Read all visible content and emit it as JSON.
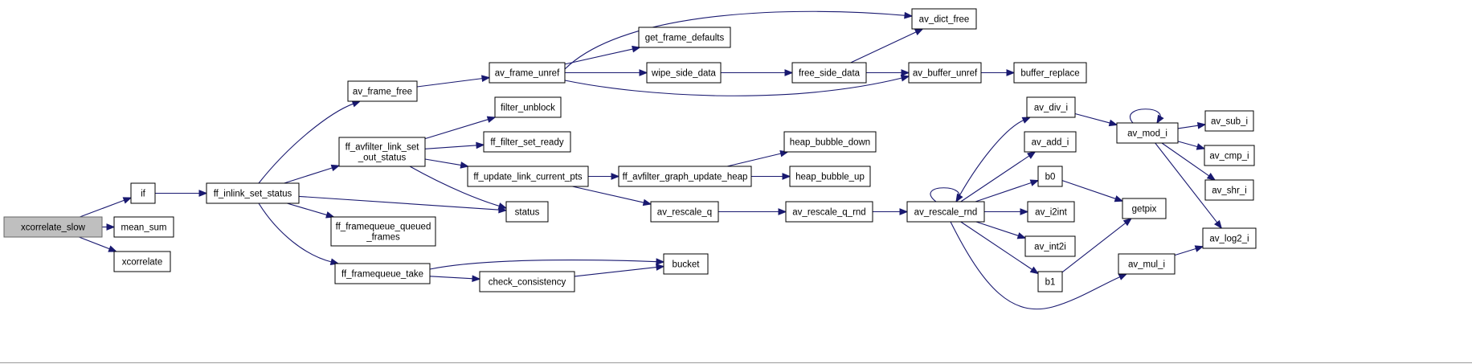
{
  "nodes": {
    "xcorrelate_slow": {
      "lines": [
        "xcorrelate_slow"
      ]
    },
    "if": {
      "lines": [
        "if"
      ]
    },
    "mean_sum": {
      "lines": [
        "mean_sum"
      ]
    },
    "xcorrelate": {
      "lines": [
        "xcorrelate"
      ]
    },
    "ff_inlink_set_status": {
      "lines": [
        "ff_inlink_set_status"
      ]
    },
    "av_frame_free": {
      "lines": [
        "av_frame_free"
      ]
    },
    "ff_avfilter_link_set_out_status": {
      "lines": [
        "ff_avfilter_link_set",
        "_out_status"
      ]
    },
    "ff_framequeue_queued_frames": {
      "lines": [
        "ff_framequeue_queued",
        "_frames"
      ]
    },
    "ff_framequeue_take": {
      "lines": [
        "ff_framequeue_take"
      ]
    },
    "av_frame_unref": {
      "lines": [
        "av_frame_unref"
      ]
    },
    "filter_unblock": {
      "lines": [
        "filter_unblock"
      ]
    },
    "ff_filter_set_ready": {
      "lines": [
        "ff_filter_set_ready"
      ]
    },
    "ff_update_link_current_pts": {
      "lines": [
        "ff_update_link_current_pts"
      ]
    },
    "status": {
      "lines": [
        "status"
      ]
    },
    "check_consistency": {
      "lines": [
        "check_consistency"
      ]
    },
    "bucket": {
      "lines": [
        "bucket"
      ]
    },
    "get_frame_defaults": {
      "lines": [
        "get_frame_defaults"
      ]
    },
    "wipe_side_data": {
      "lines": [
        "wipe_side_data"
      ]
    },
    "free_side_data": {
      "lines": [
        "free_side_data"
      ]
    },
    "av_dict_free": {
      "lines": [
        "av_dict_free"
      ]
    },
    "av_buffer_unref": {
      "lines": [
        "av_buffer_unref"
      ]
    },
    "buffer_replace": {
      "lines": [
        "buffer_replace"
      ]
    },
    "ff_avfilter_graph_update_heap": {
      "lines": [
        "ff_avfilter_graph_update_heap"
      ]
    },
    "heap_bubble_down": {
      "lines": [
        "heap_bubble_down"
      ]
    },
    "heap_bubble_up": {
      "lines": [
        "heap_bubble_up"
      ]
    },
    "av_rescale_q": {
      "lines": [
        "av_rescale_q"
      ]
    },
    "av_rescale_q_rnd": {
      "lines": [
        "av_rescale_q_rnd"
      ]
    },
    "av_rescale_rnd": {
      "lines": [
        "av_rescale_rnd"
      ]
    },
    "av_div_i": {
      "lines": [
        "av_div_i"
      ]
    },
    "av_add_i": {
      "lines": [
        "av_add_i"
      ]
    },
    "b0": {
      "lines": [
        "b0"
      ]
    },
    "av_i2int": {
      "lines": [
        "av_i2int"
      ]
    },
    "av_int2i": {
      "lines": [
        "av_int2i"
      ]
    },
    "b1": {
      "lines": [
        "b1"
      ]
    },
    "av_mod_i": {
      "lines": [
        "av_mod_i"
      ]
    },
    "getpix": {
      "lines": [
        "getpix"
      ]
    },
    "av_mul_i": {
      "lines": [
        "av_mul_i"
      ]
    },
    "av_sub_i": {
      "lines": [
        "av_sub_i"
      ]
    },
    "av_cmp_i": {
      "lines": [
        "av_cmp_i"
      ]
    },
    "av_shr_i": {
      "lines": [
        "av_shr_i"
      ]
    },
    "av_log2_i": {
      "lines": [
        "av_log2_i"
      ]
    }
  },
  "edges": [
    [
      "xcorrelate_slow",
      "if"
    ],
    [
      "xcorrelate_slow",
      "mean_sum"
    ],
    [
      "xcorrelate_slow",
      "xcorrelate"
    ],
    [
      "if",
      "ff_inlink_set_status"
    ],
    [
      "ff_inlink_set_status",
      "av_frame_free"
    ],
    [
      "ff_inlink_set_status",
      "ff_avfilter_link_set_out_status"
    ],
    [
      "ff_inlink_set_status",
      "ff_framequeue_queued_frames"
    ],
    [
      "ff_inlink_set_status",
      "ff_framequeue_take"
    ],
    [
      "ff_inlink_set_status",
      "status"
    ],
    [
      "av_frame_free",
      "av_frame_unref"
    ],
    [
      "av_frame_unref",
      "get_frame_defaults"
    ],
    [
      "av_frame_unref",
      "wipe_side_data"
    ],
    [
      "av_frame_unref",
      "av_dict_free"
    ],
    [
      "av_frame_unref",
      "av_buffer_unref"
    ],
    [
      "wipe_side_data",
      "free_side_data"
    ],
    [
      "free_side_data",
      "av_dict_free"
    ],
    [
      "free_side_data",
      "av_buffer_unref"
    ],
    [
      "av_buffer_unref",
      "buffer_replace"
    ],
    [
      "ff_avfilter_link_set_out_status",
      "filter_unblock"
    ],
    [
      "ff_avfilter_link_set_out_status",
      "ff_filter_set_ready"
    ],
    [
      "ff_avfilter_link_set_out_status",
      "ff_update_link_current_pts"
    ],
    [
      "ff_avfilter_link_set_out_status",
      "status"
    ],
    [
      "ff_update_link_current_pts",
      "ff_avfilter_graph_update_heap"
    ],
    [
      "ff_update_link_current_pts",
      "av_rescale_q"
    ],
    [
      "ff_avfilter_graph_update_heap",
      "heap_bubble_down"
    ],
    [
      "ff_avfilter_graph_update_heap",
      "heap_bubble_up"
    ],
    [
      "av_rescale_q",
      "av_rescale_q_rnd"
    ],
    [
      "av_rescale_q_rnd",
      "av_rescale_rnd"
    ],
    [
      "av_rescale_rnd",
      "av_rescale_rnd"
    ],
    [
      "av_rescale_rnd",
      "av_div_i"
    ],
    [
      "av_rescale_rnd",
      "av_add_i"
    ],
    [
      "av_rescale_rnd",
      "b0"
    ],
    [
      "av_rescale_rnd",
      "av_i2int"
    ],
    [
      "av_rescale_rnd",
      "av_int2i"
    ],
    [
      "av_rescale_rnd",
      "b1"
    ],
    [
      "av_rescale_rnd",
      "av_mul_i"
    ],
    [
      "av_div_i",
      "av_mod_i"
    ],
    [
      "av_mod_i",
      "av_mod_i"
    ],
    [
      "av_mod_i",
      "av_sub_i"
    ],
    [
      "av_mod_i",
      "av_cmp_i"
    ],
    [
      "av_mod_i",
      "av_shr_i"
    ],
    [
      "av_mod_i",
      "av_log2_i"
    ],
    [
      "av_mul_i",
      "av_log2_i"
    ],
    [
      "b0",
      "getpix"
    ],
    [
      "b1",
      "getpix"
    ],
    [
      "ff_framequeue_take",
      "bucket"
    ],
    [
      "ff_framequeue_take",
      "check_consistency"
    ],
    [
      "check_consistency",
      "bucket"
    ]
  ],
  "colors": {
    "edge": "#191970",
    "node_border": "#000000",
    "node_fill": "#ffffff",
    "root_fill": "#bfbfbf",
    "root_border": "#666666"
  }
}
